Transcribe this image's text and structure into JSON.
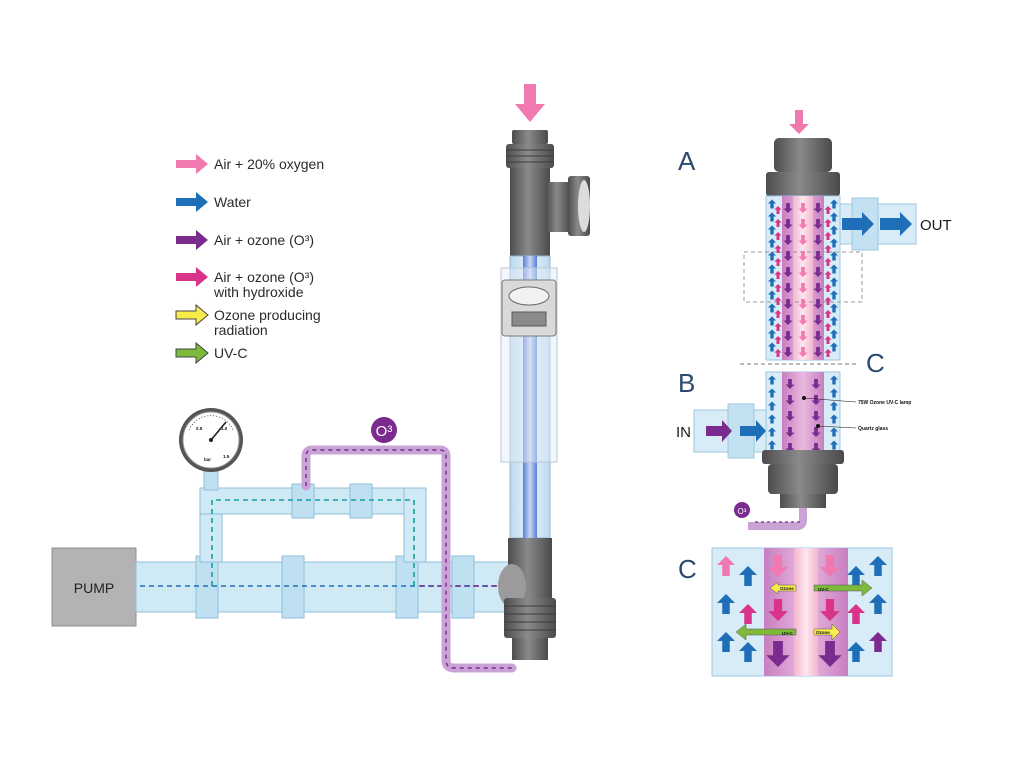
{
  "legend": {
    "items": [
      {
        "id": "air-oxygen",
        "line1": "Air + 20% oxygen",
        "line2": "",
        "color": "#f07ab0"
      },
      {
        "id": "water",
        "line1": "Water",
        "line2": "",
        "color": "#1f6fb8"
      },
      {
        "id": "air-ozone",
        "line1": "Air + ozone (O³)",
        "line2": "",
        "color": "#7b2a8e"
      },
      {
        "id": "air-ozone-hydroxide",
        "line1": "Air + ozone (O³)",
        "line2": "with hydroxide",
        "color": "#d9338a"
      },
      {
        "id": "ozone-radiation",
        "line1": "Ozone producing",
        "line2": "radiation",
        "color": "#f7ec4a"
      },
      {
        "id": "uvc",
        "line1": "UV-C",
        "line2": "",
        "color": "#7dba3c"
      }
    ]
  },
  "pump": {
    "label": "PUMP"
  },
  "gauge": {
    "tick_low": "0.5",
    "tick_high": "1.0",
    "tick_end": "1.5",
    "unit": "bar"
  },
  "ozone_badge": {
    "label": "O³"
  },
  "panels": {
    "a": {
      "letter": "A",
      "out_label": "OUT"
    },
    "b": {
      "letter": "B",
      "in_label": "IN",
      "lamp_label": "75W Ozone UV-C lamp",
      "glass_label": "Quartz glass",
      "badge": "O³"
    },
    "c_marker": {
      "letter": "C"
    },
    "c": {
      "letter": "C",
      "tag_ozone": "Ozone",
      "tag_uvc": "UV-C"
    }
  },
  "colors": {
    "pink": "#f07ab0",
    "blue": "#1f6fb8",
    "purple": "#7b2a8e",
    "magenta": "#d9338a",
    "yellow": "#f7ec4a",
    "green": "#7dba3c",
    "pipe": "#cfe9f5",
    "housing": "#6e6e70"
  }
}
